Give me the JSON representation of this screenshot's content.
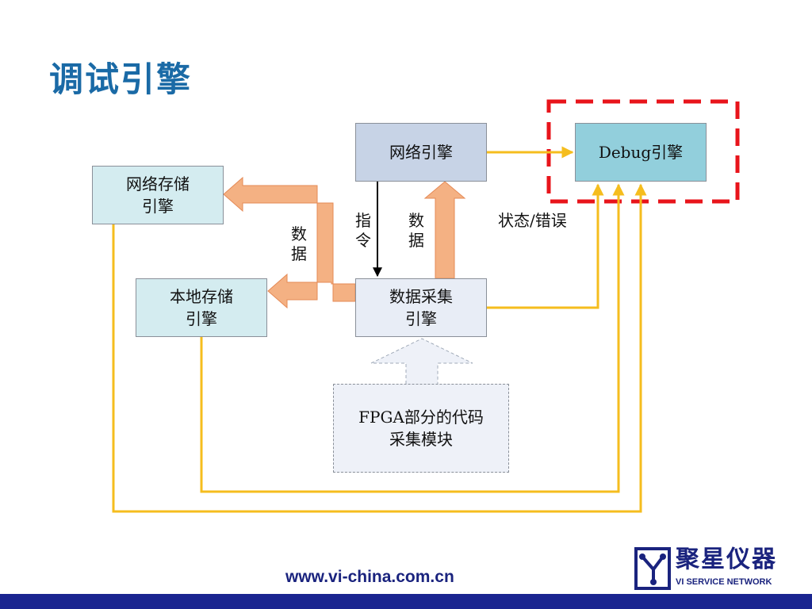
{
  "title": "调试引擎",
  "nodes": {
    "network_engine": "网络引擎",
    "debug_engine": "Debug引擎",
    "network_storage": "网络存储\n引擎",
    "local_storage": "本地存储\n引擎",
    "acquisition_engine": "数据采集\n引擎",
    "fpga_module": "FPGA部分的代码\n采集模块"
  },
  "labels": {
    "command": "指令",
    "data_up": "数据",
    "data_storage": "数据",
    "status_error": "状态/错误"
  },
  "footer": {
    "url": "www.vi-china.com.cn",
    "logo_name": "聚星仪器",
    "logo_subtitle": "VI SERVICE NETWORK"
  },
  "colors": {
    "title": "#1a6aa6",
    "yellow_line": "#f5bd1e",
    "orange_arrow": "#f4b183",
    "red_dash": "#e8141b",
    "footer_bar": "#1a2590"
  }
}
